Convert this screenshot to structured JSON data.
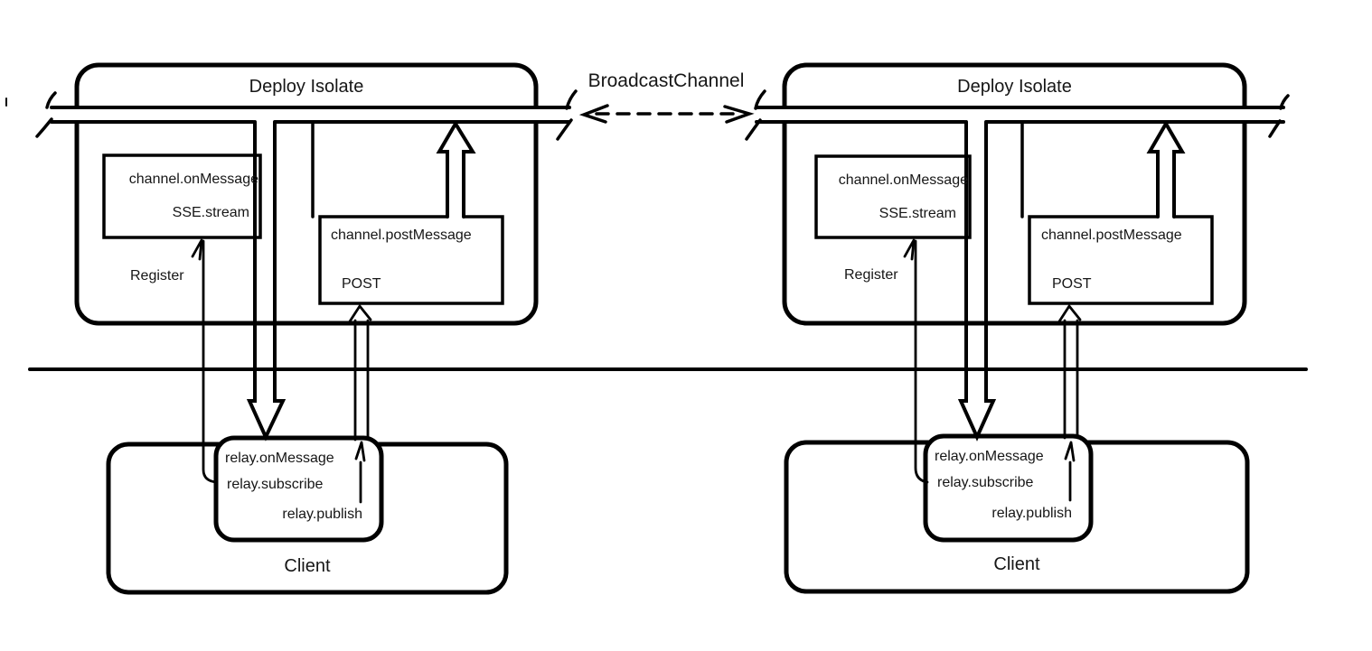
{
  "diagram": {
    "channel_label": "BroadcastChannel",
    "isolates": [
      {
        "title": "Deploy Isolate",
        "receive_box": {
          "line1": "channel.onMessage",
          "line2": "SSE.stream"
        },
        "register_label": "Register",
        "send_box": {
          "line1": "channel.postMessage",
          "line2": "POST"
        },
        "client": {
          "title": "Client",
          "relay_box": {
            "line1": "relay.onMessage",
            "line2": "relay.subscribe",
            "line3": "relay.publish"
          }
        }
      },
      {
        "title": "Deploy Isolate",
        "receive_box": {
          "line1": "channel.onMessage",
          "line2": "SSE.stream"
        },
        "register_label": "Register",
        "send_box": {
          "line1": "channel.postMessage",
          "line2": "POST"
        },
        "client": {
          "title": "Client",
          "relay_box": {
            "line1": "relay.onMessage",
            "line2": "relay.subscribe",
            "line3": "relay.publish"
          }
        }
      }
    ],
    "colors": {
      "ink": "#000000",
      "background": "#ffffff"
    }
  }
}
